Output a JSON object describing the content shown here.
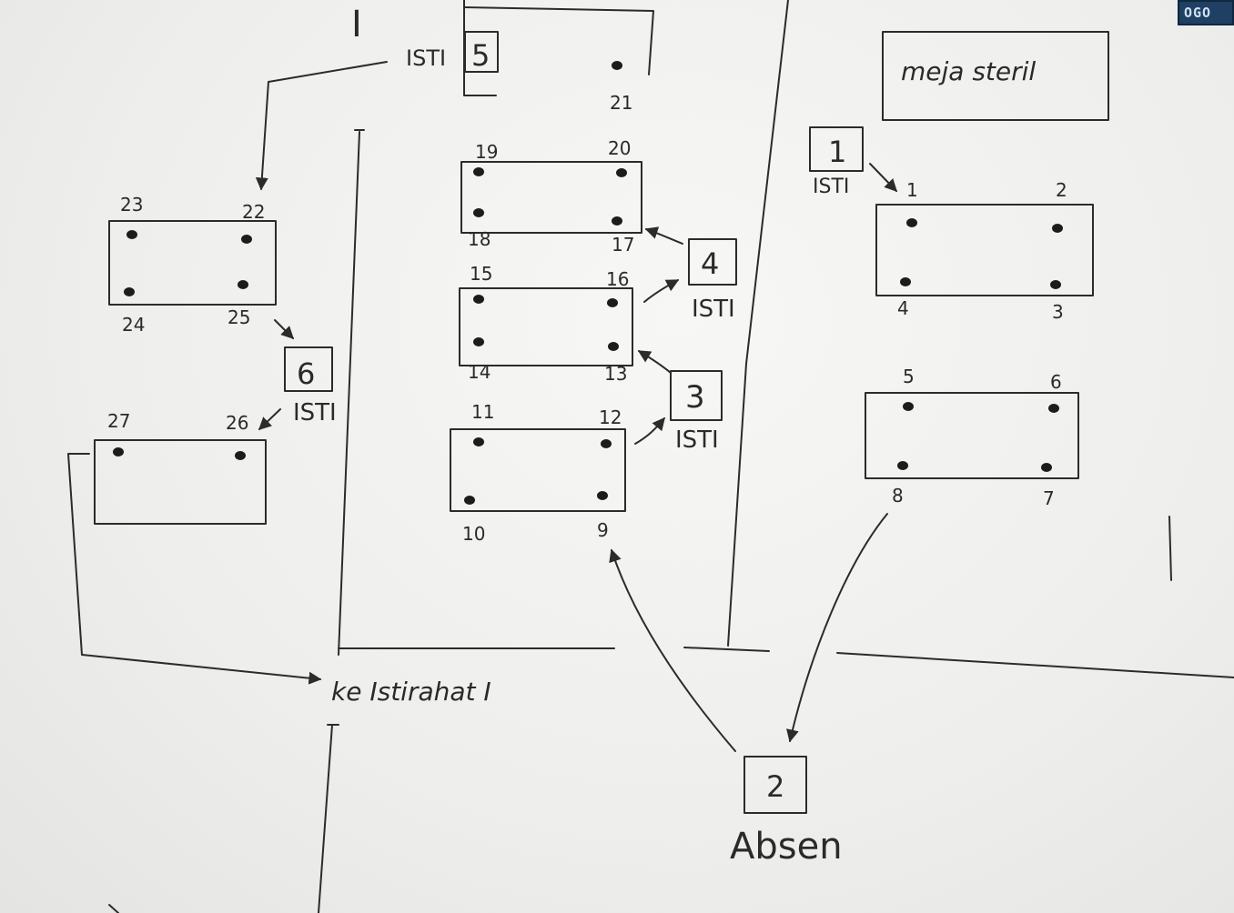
{
  "roman_one_top": "I",
  "sterile_table": "meja steril",
  "logo_text": "OGO",
  "istirahat": "ke Istirahat I",
  "steps": [
    {
      "number": "1",
      "label": "ISTI"
    },
    {
      "number": "2",
      "label": "Absen"
    },
    {
      "number": "3",
      "label": "ISTI"
    },
    {
      "number": "4",
      "label": "ISTI"
    },
    {
      "number": "5",
      "label": "ISTI"
    },
    {
      "number": "6",
      "label": "ISTI"
    }
  ],
  "points": [
    "1",
    "2",
    "3",
    "4",
    "5",
    "6",
    "7",
    "8",
    "9",
    "10",
    "11",
    "12",
    "13",
    "14",
    "15",
    "16",
    "17",
    "18",
    "19",
    "20",
    "21",
    "22",
    "23",
    "24",
    "25",
    "26",
    "27"
  ]
}
